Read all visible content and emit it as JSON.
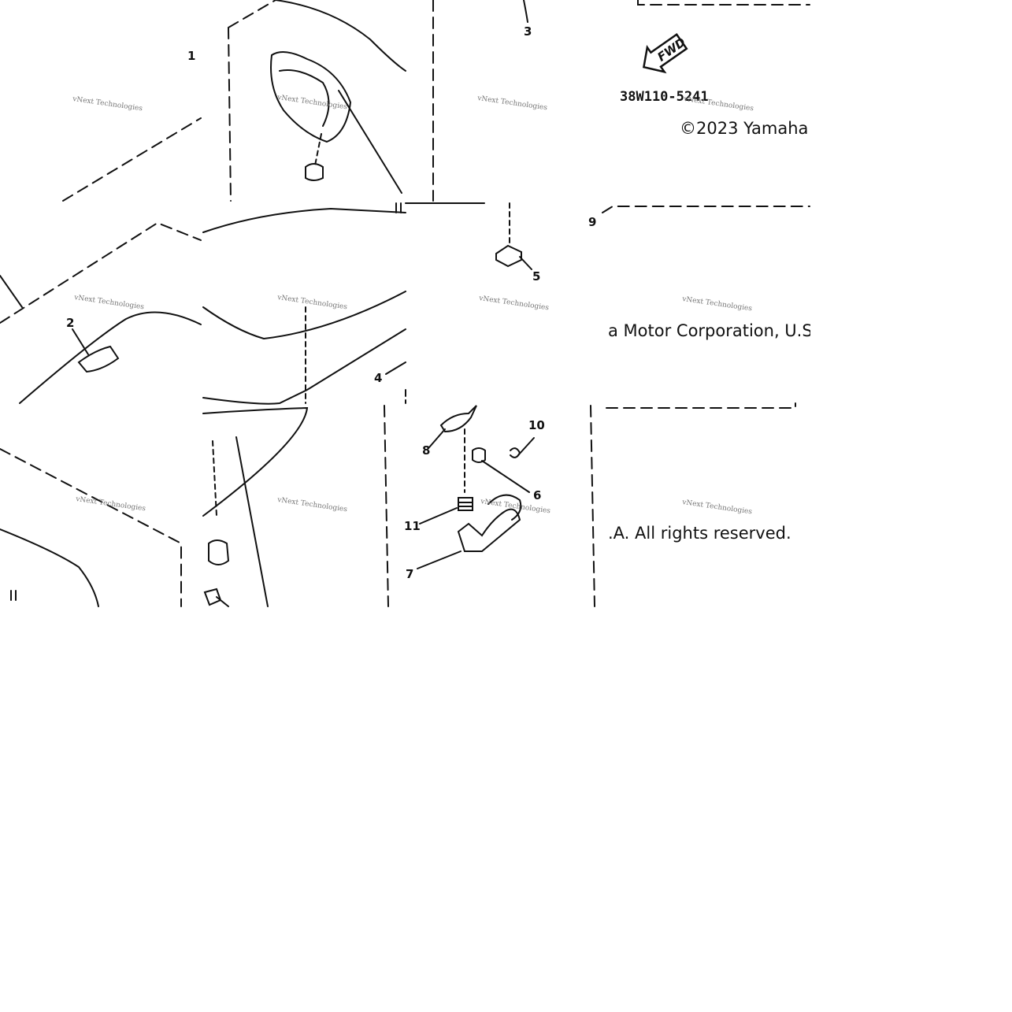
{
  "diagram": {
    "part_code": "38W110-5241",
    "fwd_label": "FWD",
    "watermark": "vNext Technologies",
    "callouts": [
      "1",
      "2",
      "3",
      "4",
      "5",
      "6",
      "7",
      "8",
      "9",
      "10",
      "11"
    ],
    "copyright_line1": "©2023 Yamaha",
    "copyright_line2": "a Motor Corporation, U.S",
    "copyright_line3": ".A. All rights reserved."
  }
}
